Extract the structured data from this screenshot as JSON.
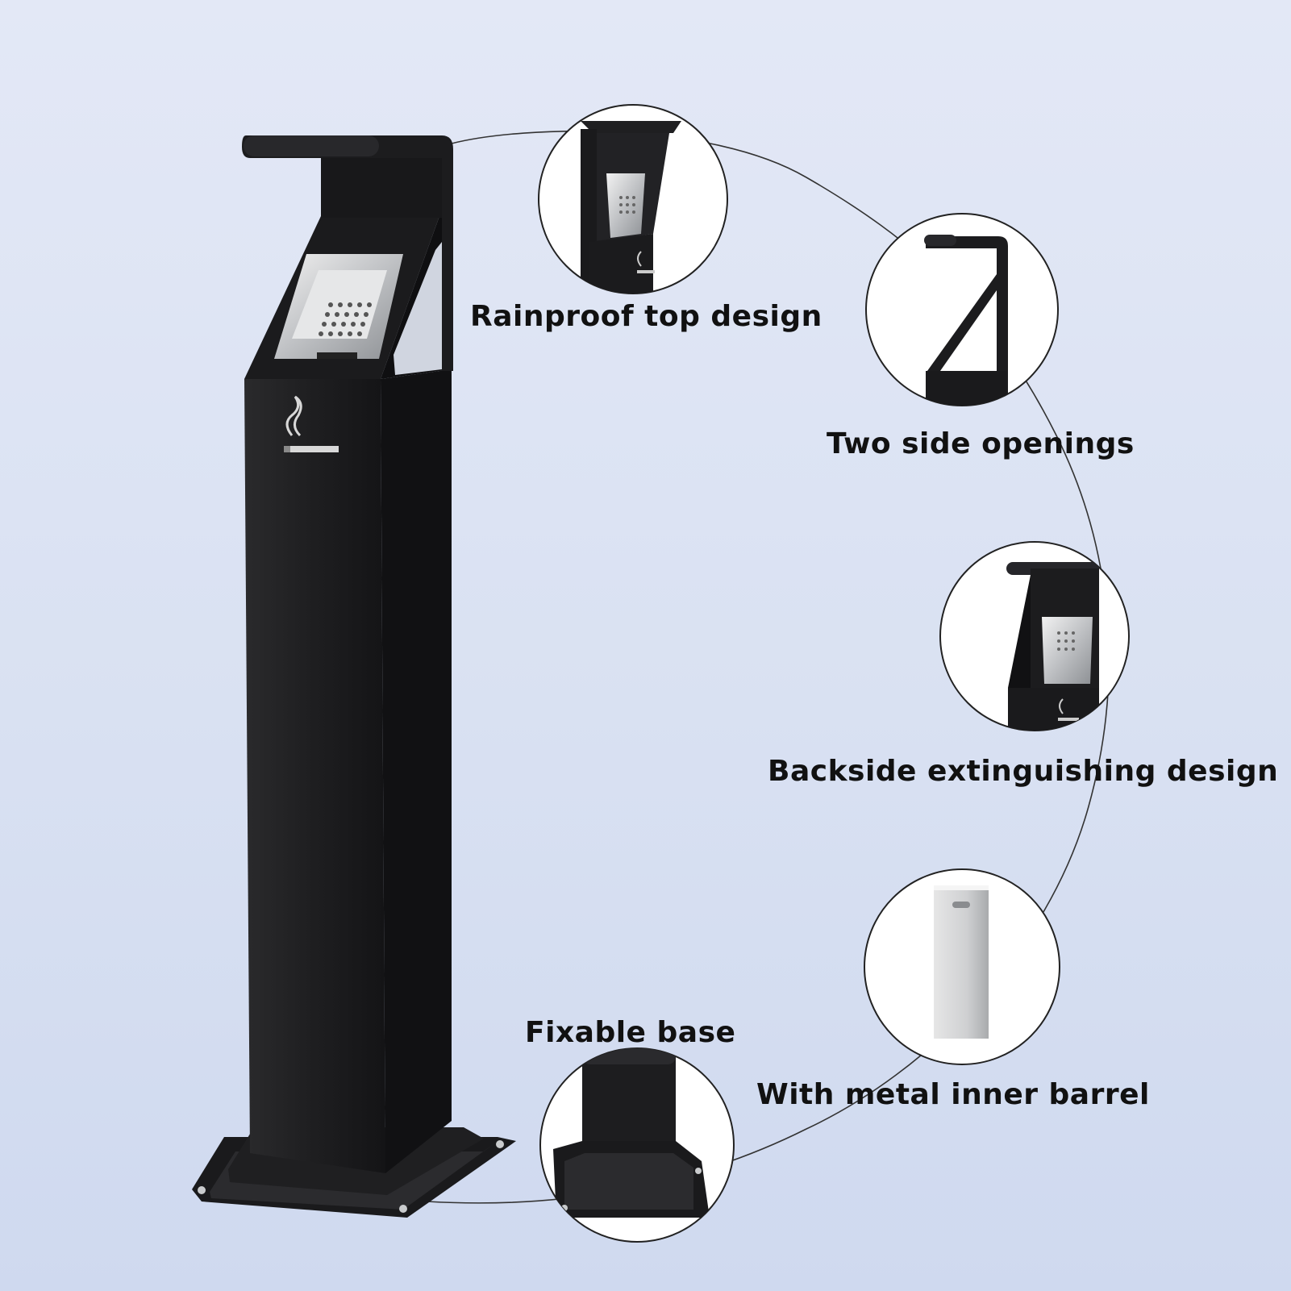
{
  "features": [
    {
      "id": "rainproof",
      "label": "Rainproof top design"
    },
    {
      "id": "side-openings",
      "label": "Two side openings"
    },
    {
      "id": "backside",
      "label": "Backside extinguishing design"
    },
    {
      "id": "inner-barrel",
      "label": "With metal inner barrel"
    },
    {
      "id": "base",
      "label": "Fixable base"
    }
  ],
  "colors": {
    "background_top": "#e3e8f6",
    "background_bottom": "#cfd9ef",
    "product_black": "#1c1c1e",
    "steel": "#c9cbcd",
    "text": "#111111"
  }
}
